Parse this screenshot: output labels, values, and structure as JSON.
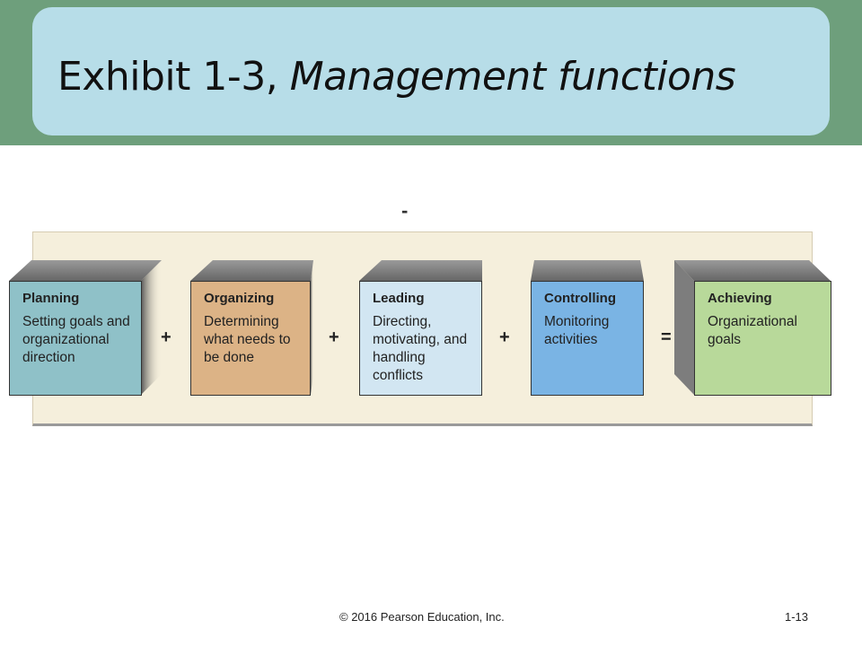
{
  "slide": {
    "title_main": "Exhibit 1-3,",
    "title_italic": "Management functions",
    "dash": "-",
    "copyright": "© 2016 Pearson Education, Inc.",
    "page_number": "1-13"
  },
  "functions": [
    {
      "name": "Planning",
      "description": "Setting goals and organizational direction",
      "color": "#8fc1c8"
    },
    {
      "name": "Organizing",
      "description": "Determining what needs to be done",
      "color": "#dcb386"
    },
    {
      "name": "Leading",
      "description": "Directing, motivating, and handling conflicts",
      "color": "#d2e6f2"
    },
    {
      "name": "Controlling",
      "description": "Monitoring activities",
      "color": "#7ab4e4"
    },
    {
      "name": "Achieving",
      "description": "Organizational goals",
      "color": "#b8d99a"
    }
  ],
  "operators": [
    "+",
    "+",
    "+",
    "="
  ]
}
